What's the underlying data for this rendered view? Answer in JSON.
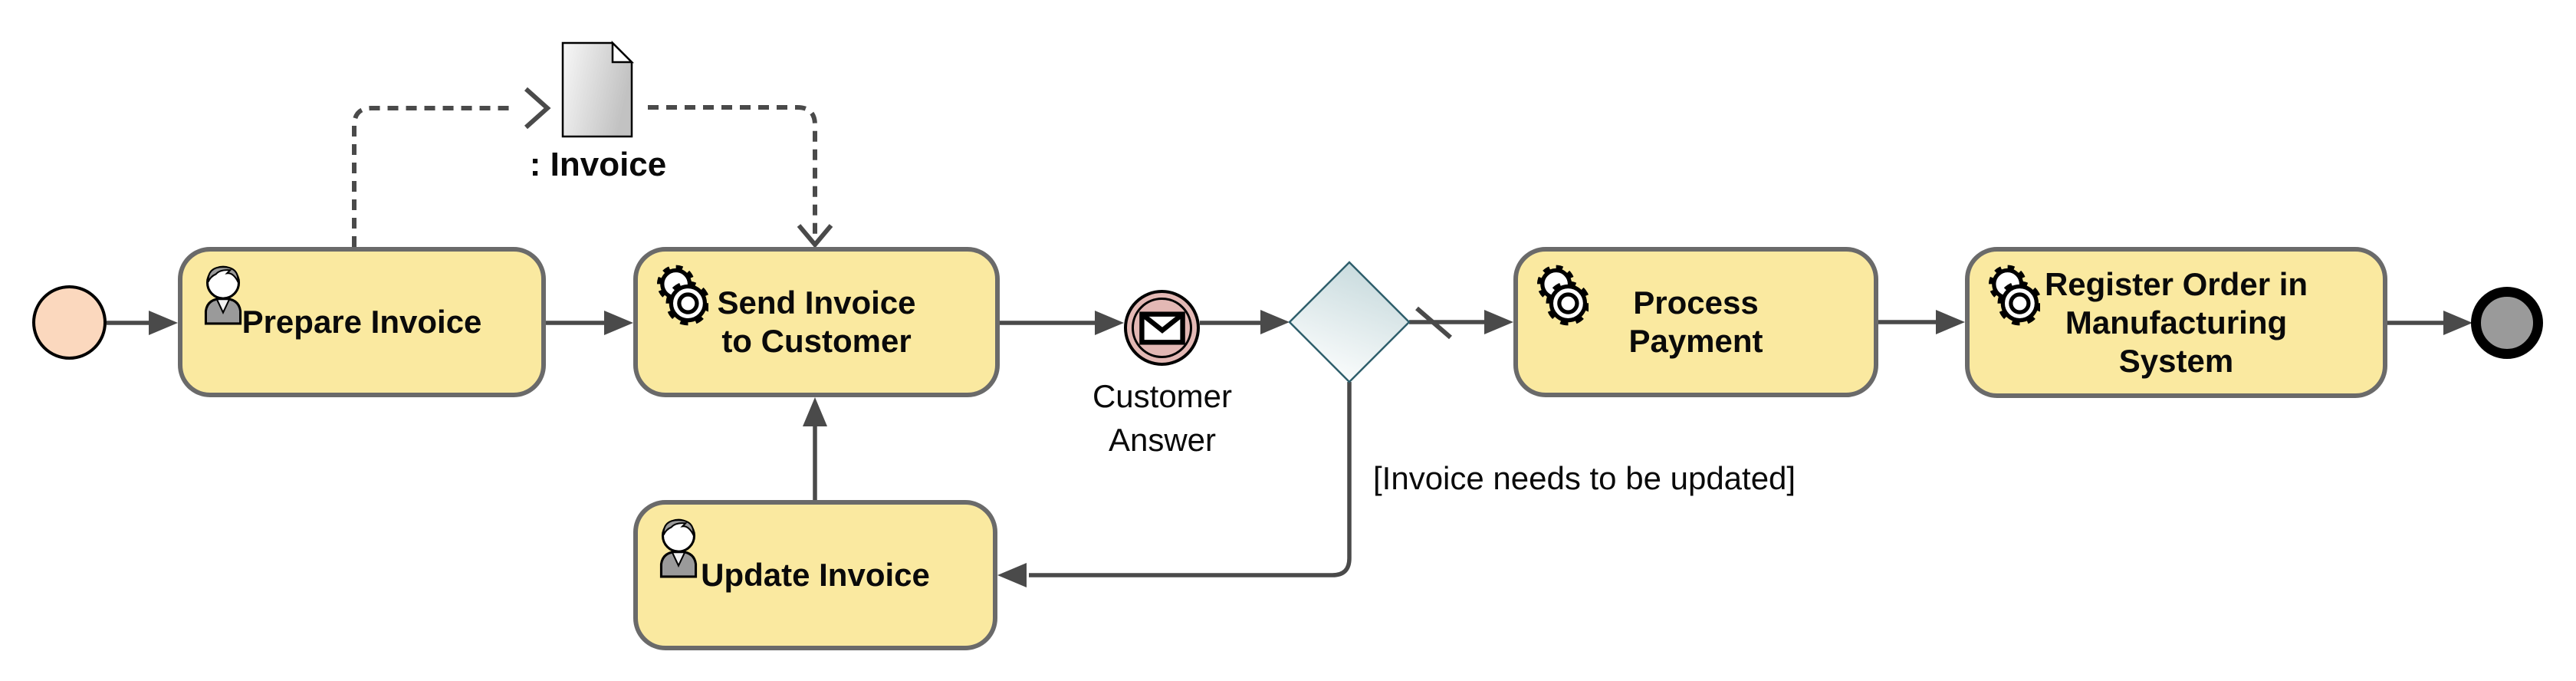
{
  "diagram": {
    "kind": "bpmn-process-diagram",
    "colors": {
      "background": "#FFFFFF",
      "task_fill": "#FAE9A0",
      "task_border": "#6A6A6A",
      "start_event_fill": "#FBD8BE",
      "message_event_fill": "#E3B8B4",
      "end_event_fill": "#9A9A9A",
      "event_border": "#000000",
      "gateway_fill_top": "#C6D9DC",
      "gateway_fill_bottom": "#FFFFFF",
      "gateway_border": "#2F5F6C",
      "flow_color": "#4A4A4A",
      "text_color": "#0A0A0A"
    },
    "start_event": {
      "shape": "circle"
    },
    "tasks": [
      {
        "label": "Prepare Invoice",
        "icon": "user-icon"
      },
      {
        "label": "Send Invoice\nto Customer",
        "icon": "gears-icon"
      },
      {
        "label": "Process\nPayment",
        "icon": "gears-icon"
      },
      {
        "label": "Register Order in\nManufacturing\nSystem",
        "icon": "gears-icon"
      },
      {
        "label": "Update Invoice",
        "icon": "user-icon"
      }
    ],
    "data_object": {
      "label": ": Invoice",
      "icon": "document-icon"
    },
    "message_event": {
      "label": "Customer\nAnswer",
      "icon": "envelope-icon"
    },
    "gateway": {
      "shape": "diamond",
      "outgoing_default_marker": "slash"
    },
    "flow_labels": {
      "update_condition": "[Invoice needs to be updated]"
    },
    "end_event": {
      "shape": "thick-circle"
    }
  }
}
